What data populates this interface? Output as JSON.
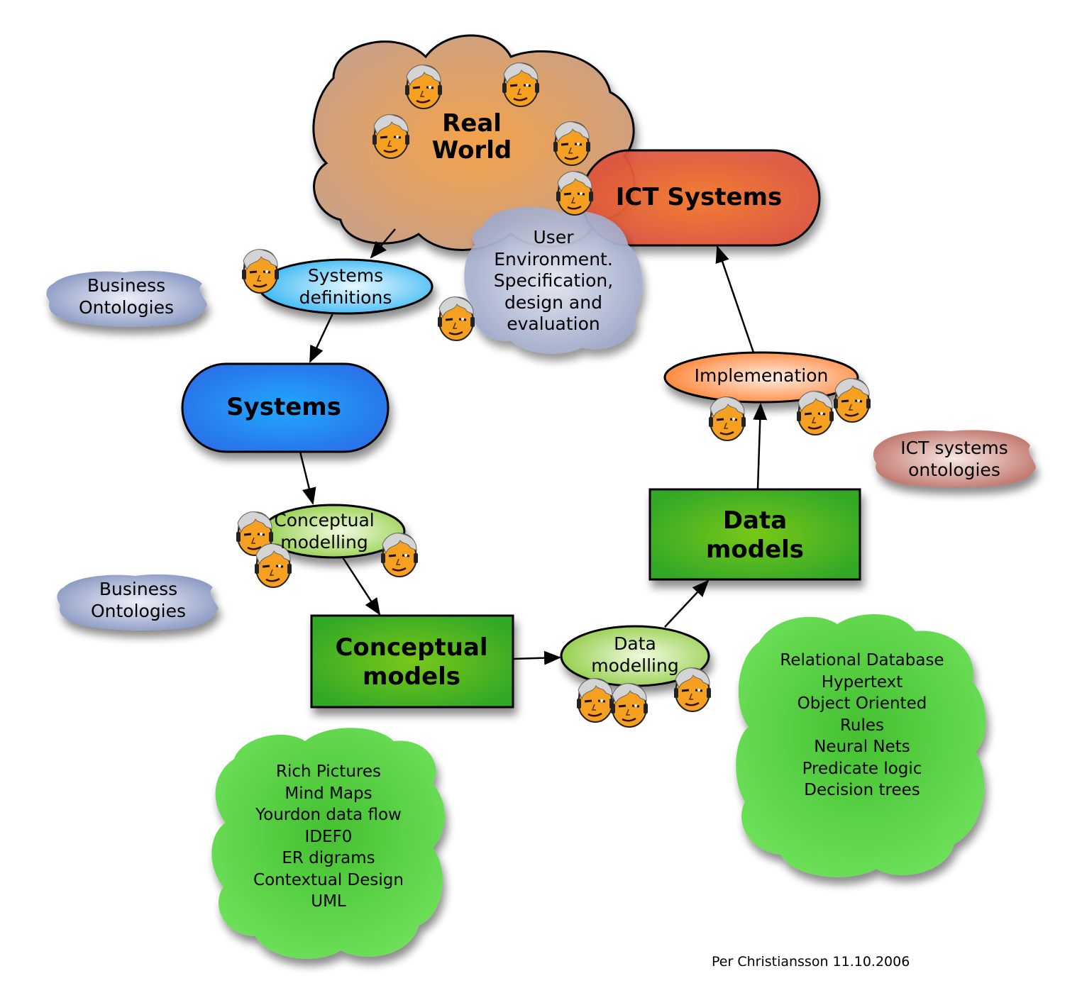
{
  "diagram": {
    "colors": {
      "real_world": "#e8a060",
      "ict_systems": "#ee5a30",
      "systems": "#2288ff",
      "systems_definitions": "#55c8ff",
      "user_environment": "#9aa4c8",
      "implementation": "#ff9a55",
      "models_green": "#3fb520",
      "modelling_ellipse": "#a8dd60",
      "method_clouds": "#5fd850",
      "business_ontologies": "#8a9ac4",
      "ict_systems_ontologies": "#c07a70",
      "person_face": "#f5a020",
      "person_hair": "#c8c8c8"
    },
    "nodes": {
      "real_world": {
        "label_lines": [
          "Real",
          "World"
        ],
        "shape": "cloud"
      },
      "ict_systems": {
        "label": "ICT Systems",
        "shape": "rounded-rect"
      },
      "user_environment": {
        "label_lines": [
          "User",
          "Environment.",
          "Specification,",
          "design and",
          "evaluation"
        ],
        "shape": "cloud"
      },
      "systems_definitions": {
        "label_lines": [
          "Systems",
          "definitions"
        ],
        "shape": "ellipse"
      },
      "systems": {
        "label": "Systems",
        "shape": "rounded-rect"
      },
      "conceptual_modelling": {
        "label_lines": [
          "Conceptual",
          "modelling"
        ],
        "shape": "ellipse"
      },
      "conceptual_models": {
        "label_lines": [
          "Conceptual",
          "models"
        ],
        "shape": "rect"
      },
      "data_modelling": {
        "label_lines": [
          "Data",
          "modelling"
        ],
        "shape": "ellipse"
      },
      "data_models": {
        "label_lines": [
          "Data",
          "models"
        ],
        "shape": "rect"
      },
      "implementation": {
        "label": "Implemenation",
        "shape": "ellipse"
      },
      "business_ontologies_1": {
        "label_lines": [
          "Business",
          "Ontologies"
        ],
        "shape": "cloud"
      },
      "business_ontologies_2": {
        "label_lines": [
          "Business",
          "Ontologies"
        ],
        "shape": "cloud"
      },
      "ict_systems_ontologies": {
        "label_lines": [
          "ICT systems",
          "ontologies"
        ],
        "shape": "cloud"
      },
      "conceptual_methods": {
        "shape": "cloud",
        "items": [
          "Rich Pictures",
          "Mind Maps",
          "Yourdon data flow",
          "IDEF0",
          "ER digrams",
          "Contextual Design",
          "UML"
        ]
      },
      "data_methods": {
        "shape": "cloud",
        "items": [
          "Relational Database",
          "Hypertext",
          "Object Oriented",
          "Rules",
          "Neural Nets",
          "Predicate logic",
          "Decision trees"
        ]
      }
    },
    "edges": [
      {
        "from": "real_world",
        "to": "systems_definitions"
      },
      {
        "from": "systems_definitions",
        "to": "systems"
      },
      {
        "from": "systems",
        "to": "conceptual_modelling"
      },
      {
        "from": "conceptual_modelling",
        "to": "conceptual_models"
      },
      {
        "from": "conceptual_models",
        "to": "data_modelling"
      },
      {
        "from": "data_modelling",
        "to": "data_models"
      },
      {
        "from": "data_models",
        "to": "implementation"
      },
      {
        "from": "implementation",
        "to": "ict_systems"
      }
    ],
    "person_icon_count": 17,
    "credit": "Per Christiansson 11.10.2006"
  }
}
